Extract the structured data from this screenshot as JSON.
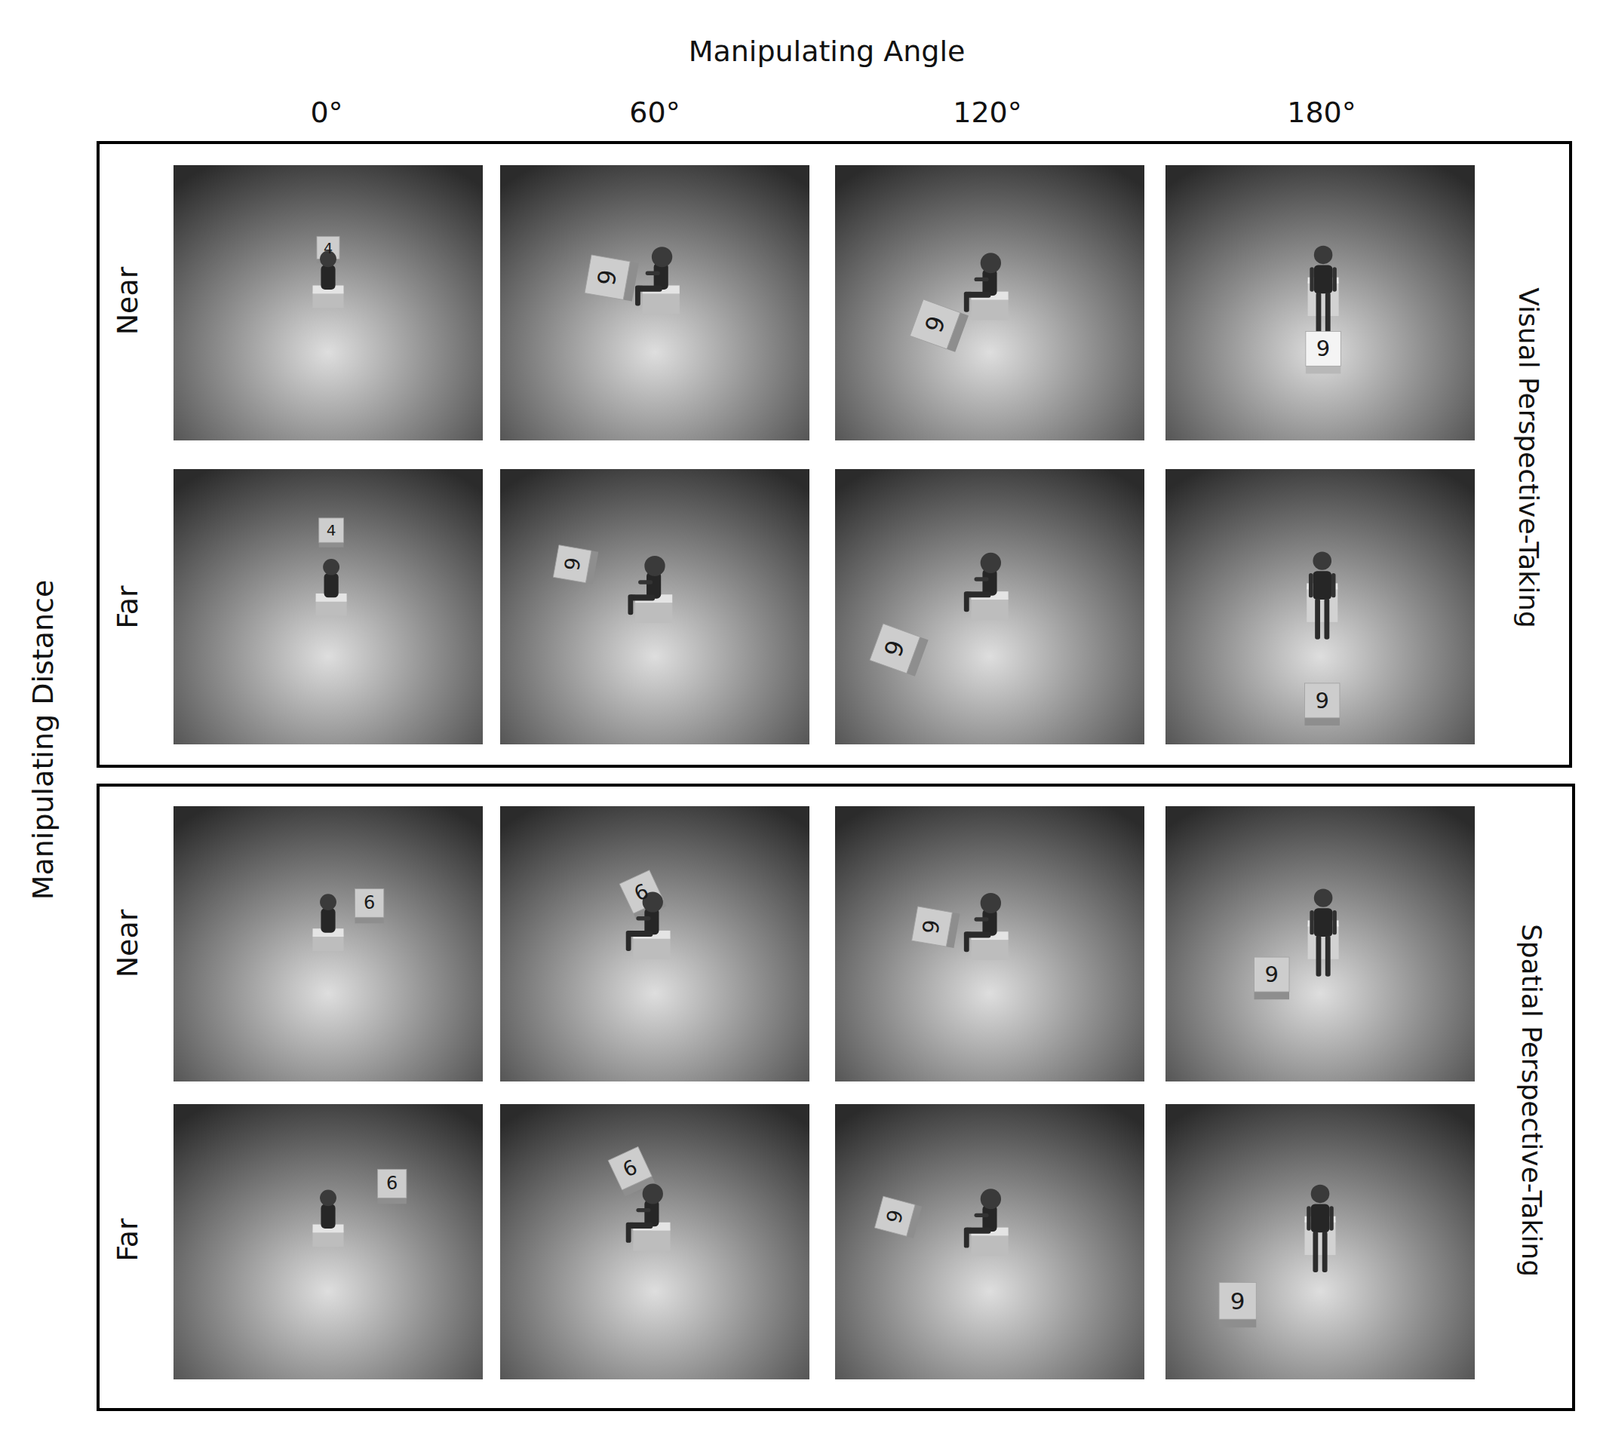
{
  "diagram": {
    "nodes": [
      {
        "text": [
          "Visual Perspective-Taking"
        ]
      },
      {
        "text": [
          "Spatial Perspective-Taking"
        ]
      }
    ],
    "labels": [
      "Manipulating Angle",
      "0°",
      "60°",
      "120°",
      "180°",
      "Manipulating Distance",
      "Near",
      "Far",
      "Near",
      "Far",
      "4",
      "9",
      "9",
      "9",
      "4",
      "9",
      "9",
      "9",
      "6",
      "6",
      "9",
      "9",
      "6",
      "6",
      "9",
      "9"
    ]
  }
}
